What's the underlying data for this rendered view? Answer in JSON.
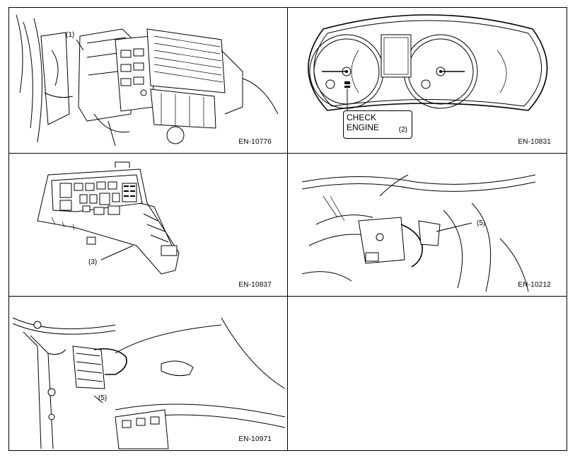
{
  "panels": [
    {
      "code": "EN-10776",
      "callout": "(1)"
    },
    {
      "code": "EN-10831",
      "callout": "(2)",
      "label_line1": "CHECK",
      "label_line2": "ENGINE"
    },
    {
      "code": "EN-10837",
      "callout": "(3)"
    },
    {
      "code": "EN-10212",
      "callout": "(5)"
    },
    {
      "code": "EN-10971",
      "callout": "(5)"
    }
  ]
}
